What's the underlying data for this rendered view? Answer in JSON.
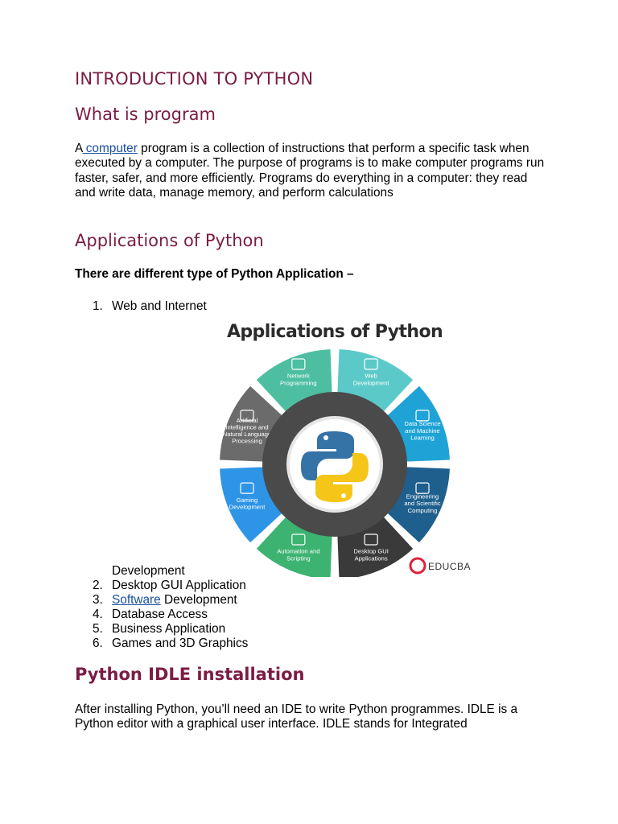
{
  "heading_main": "INTRODUCTION TO PYTHON",
  "section1": {
    "heading": "What is program",
    "para_prefix": "A",
    "para_link": " computer",
    "para_rest": " program is a collection of instructions that perform a specific task when executed by a computer. The purpose of programs is to make computer programs run faster, safer, and more efficiently. Programs do everything in a computer: they read and write data, manage memory, and perform calculations"
  },
  "section2": {
    "heading": "Applications of Python",
    "intro": "There are different type of Python Application –",
    "item1_num": "1.",
    "item1_text": "Web and Internet",
    "item1_cont": "Development",
    "items": [
      {
        "num": "2.",
        "text": "Desktop GUI Application"
      },
      {
        "num": "3.",
        "link": " Software",
        "text": " Development"
      },
      {
        "num": "4.",
        "text": "Database Access"
      },
      {
        "num": "5.",
        "text": "Business Application"
      },
      {
        "num": "6.",
        "text": "Games and 3D Graphics"
      }
    ]
  },
  "figure": {
    "title": "Applications of Python",
    "segments": [
      {
        "line1": "Network",
        "line2": "Programming",
        "line3": "",
        "line4": "",
        "color": "#4dbfa0"
      },
      {
        "line1": "Web",
        "line2": "Development",
        "line3": "",
        "line4": "",
        "color": "#5cc9c9"
      },
      {
        "line1": "Data Science",
        "line2": "and Machine",
        "line3": "Learning",
        "line4": "",
        "color": "#1fa3d6"
      },
      {
        "line1": "Engineering",
        "line2": "and Scientific",
        "line3": "Computing",
        "line4": "",
        "color": "#1f5f8e"
      },
      {
        "line1": "Desktop GUI",
        "line2": "Applications",
        "line3": "",
        "line4": "",
        "color": "#3a3a3a"
      },
      {
        "line1": "Automation and",
        "line2": "Scripting",
        "line3": "",
        "line4": "",
        "color": "#3cb371"
      },
      {
        "line1": "Gaming",
        "line2": "Development",
        "line3": "",
        "line4": "",
        "color": "#2e94e6"
      },
      {
        "line1": "Artificial",
        "line2": "Intelligence and",
        "line3": "Natural Language",
        "line4": "Processing",
        "color": "#6b6b6b"
      }
    ],
    "brand": "EDUCBA",
    "brand_color": "#e0213b"
  },
  "section3": {
    "heading": "Python IDLE installation",
    "para": "After installing Python, you’ll need an IDE to write Python programmes. IDLE is a Python editor with a graphical user interface. IDLE stands for Integrated"
  }
}
